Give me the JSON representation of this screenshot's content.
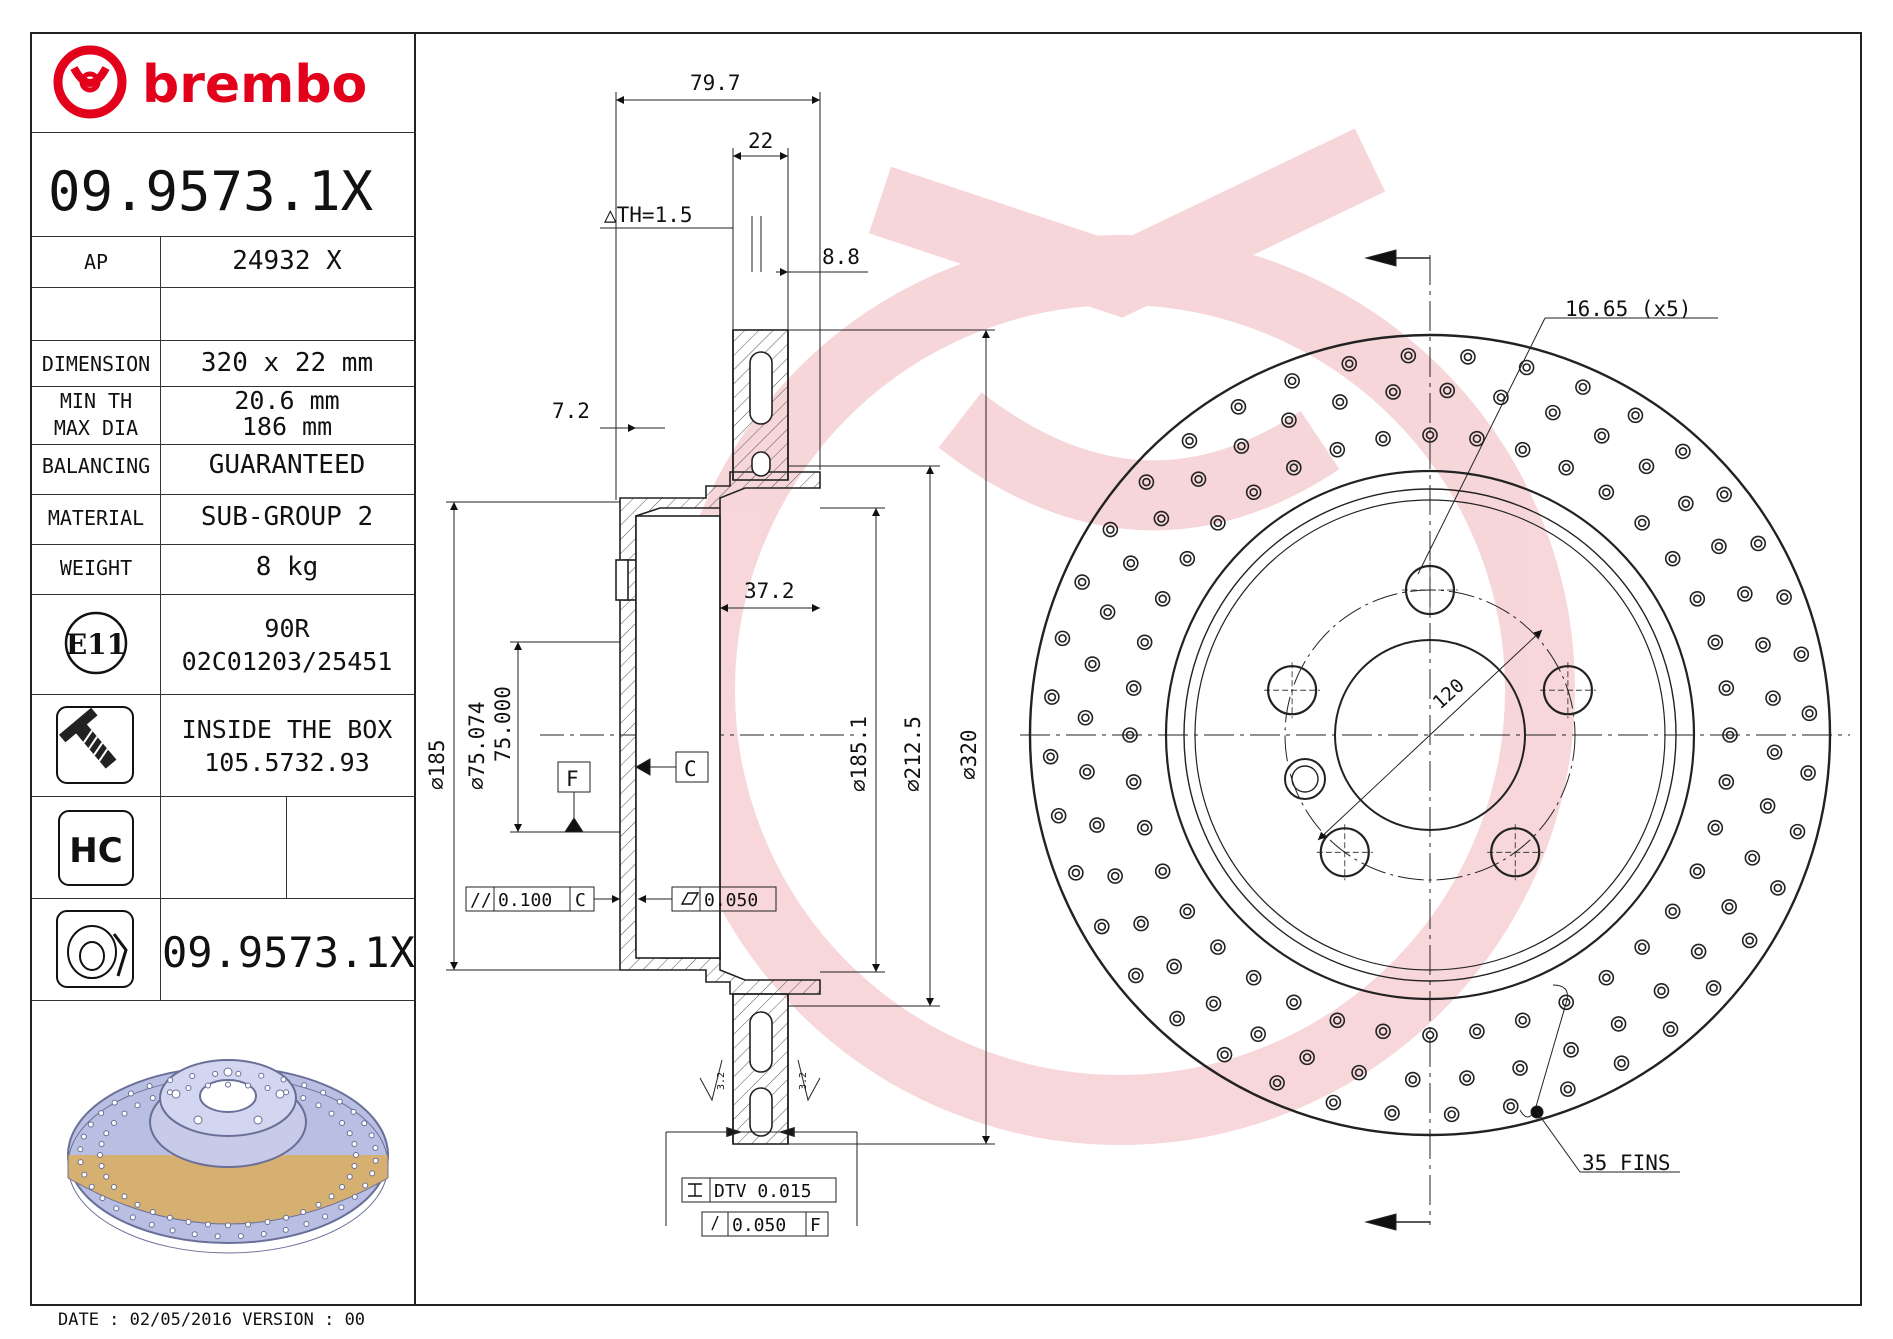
{
  "brand": {
    "name": "brembo",
    "color": "#e3001b"
  },
  "part_number": "09.9573.1X",
  "specs": {
    "ap_label": "AP",
    "ap_value": "24932 X",
    "dimension_label": "DIMENSION",
    "dimension_value": "320 x 22 mm",
    "min_th_label": "MIN TH",
    "min_th_value": "20.6 mm",
    "max_dia_label": "MAX DIA",
    "max_dia_value": "186 mm",
    "balancing_label": "BALANCING",
    "balancing_value": "GUARANTEED",
    "material_label": "MATERIAL",
    "material_value": "SUB-GROUP 2",
    "weight_label": "WEIGHT",
    "weight_value": "8 kg"
  },
  "approval": {
    "mark": "E11",
    "line1": "90R",
    "line2": "02C01203/25451"
  },
  "box": {
    "line1": "INSIDE THE BOX",
    "line2": "105.5732.93"
  },
  "hc_label": "HC",
  "bottom_part_number": "09.9573.1X",
  "footer": "DATE : 02/05/2016 VERSION : 00",
  "dims": {
    "d79_7": "79.7",
    "d22": "22",
    "th": "△TH=1.5",
    "d8_8": "8.8",
    "d7_2": "7.2",
    "d37_2": "37.2",
    "d185": "⌀185",
    "d75a": "⌀75.074",
    "d75b": "75.000",
    "d185_1": "⌀185.1",
    "d212_5": "⌀212.5",
    "d320": "⌀320",
    "datum_f": "F",
    "datum_c": "C",
    "tol_par": "//",
    "tol_par_val": "0.100",
    "tol_par_ref": "C",
    "tol_flat_val": "0.050",
    "dtv": "DTV 0.015",
    "runout_val": "0.050",
    "runout_ref": "F",
    "rough1": "3.2",
    "rough2": "3.2",
    "holes": "16.65 (x5)",
    "pcd": "120",
    "fins": "35 FINS"
  }
}
